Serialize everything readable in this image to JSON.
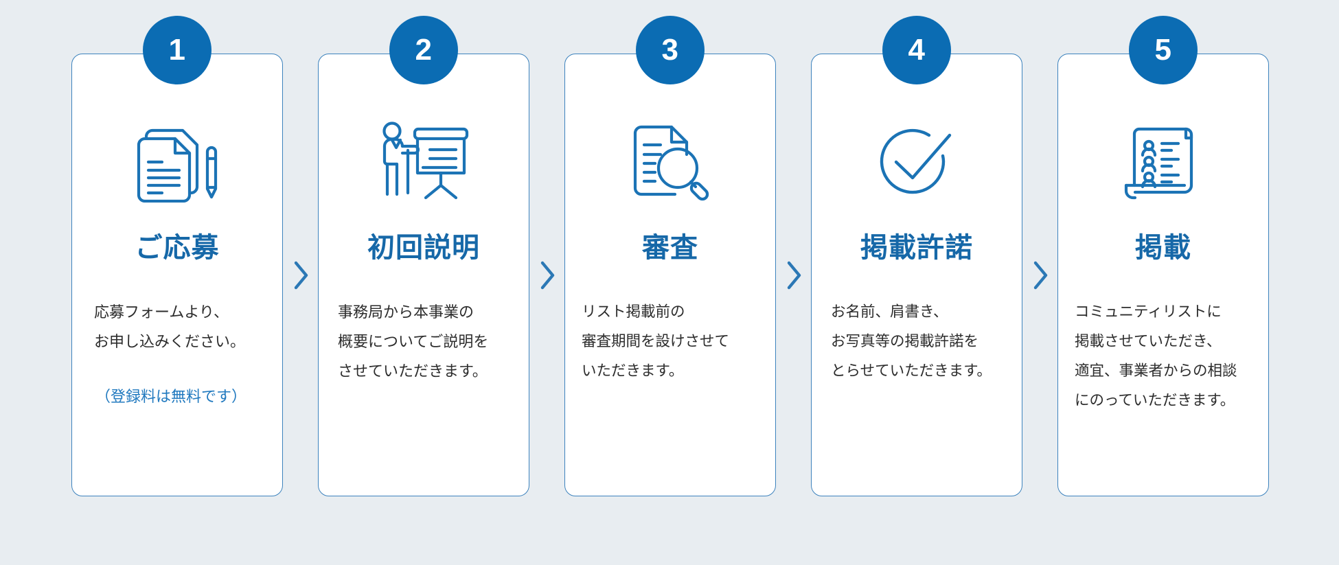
{
  "theme": {
    "background": "#e8edf1",
    "card_background": "#ffffff",
    "card_border": "#3c82bd",
    "badge_background": "#0b6cb3",
    "badge_text": "#ffffff",
    "title_color": "#1668a8",
    "body_text_color": "#2c2c2c",
    "note_color": "#2079bf",
    "chevron_color": "#2b78b5"
  },
  "steps": [
    {
      "number": "1",
      "icon": "document-with-pencil-icon",
      "title": "ご応募",
      "body_lines": [
        "応募フォームより、",
        "お申し込みください。"
      ],
      "note": "（登録料は無料です）"
    },
    {
      "number": "2",
      "icon": "presenter-whiteboard-icon",
      "title": "初回説明",
      "body_lines": [
        "事務局から本事業の",
        "概要についてご説明を",
        "させていただきます。"
      ],
      "note": ""
    },
    {
      "number": "3",
      "icon": "document-magnifier-icon",
      "title": "審査",
      "body_lines": [
        "リスト掲載前の",
        "審査期間を設けさせて",
        "いただきます。"
      ],
      "note": ""
    },
    {
      "number": "4",
      "icon": "check-circle-icon",
      "title": "掲載許諾",
      "body_lines": [
        "お名前、肩書き、",
        "お写真等の掲載許諾を",
        "とらせていただきます。"
      ],
      "note": ""
    },
    {
      "number": "5",
      "icon": "person-list-scroll-icon",
      "title": "掲載",
      "body_lines": [
        "コミュニティリストに",
        "掲載させていただき、",
        "適宜、事業者からの相談",
        "にのっていただきます。"
      ],
      "note": ""
    }
  ],
  "separators": [
    {
      "icon": "chevron-right-icon"
    },
    {
      "icon": "chevron-right-icon"
    },
    {
      "icon": "chevron-right-icon"
    },
    {
      "icon": "chevron-right-icon"
    }
  ]
}
